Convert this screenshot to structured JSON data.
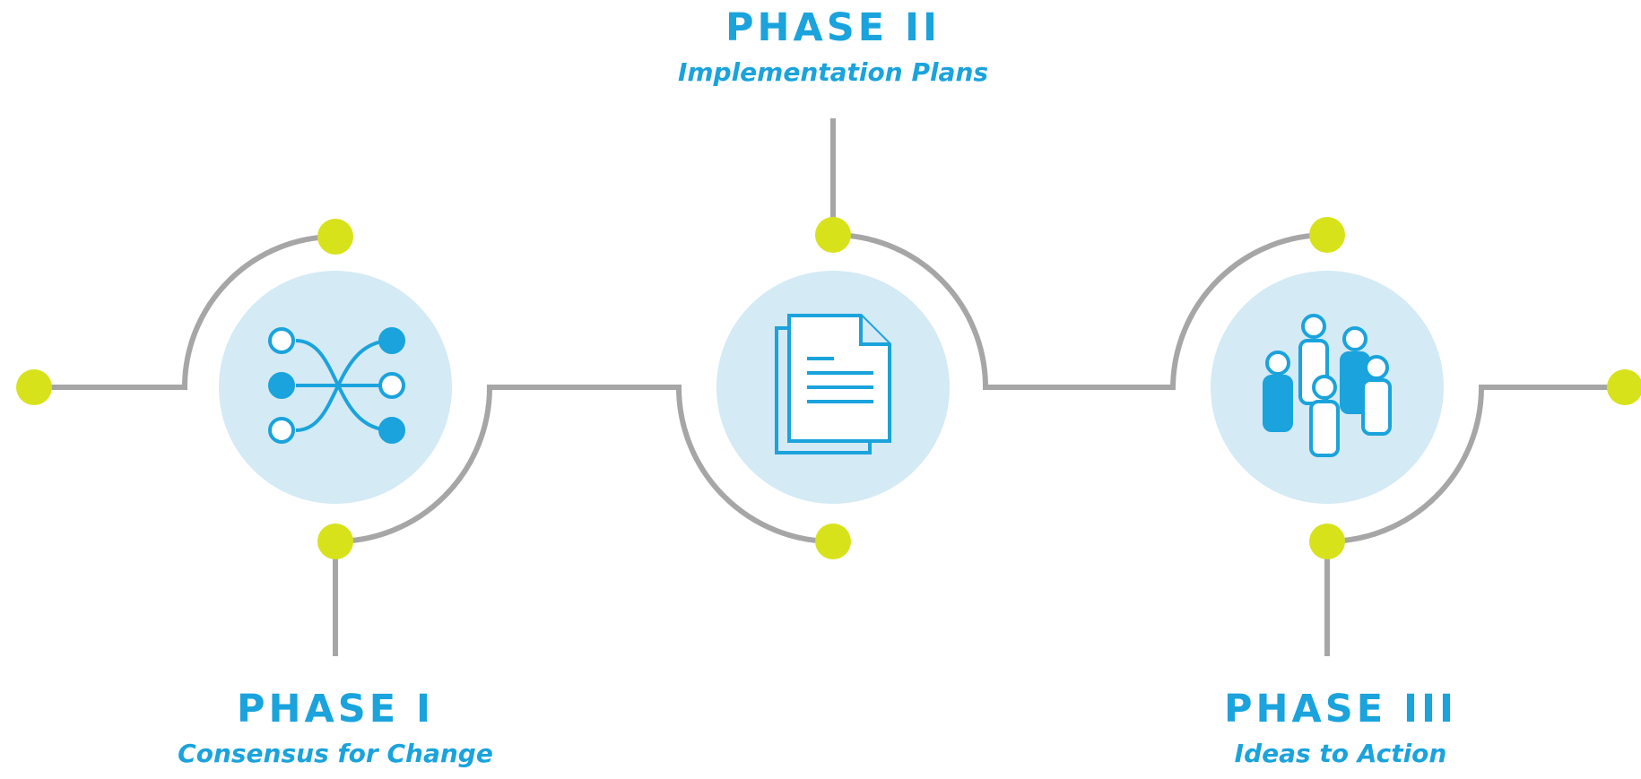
{
  "colors": {
    "accent": "#1aa3dc",
    "circle_fill": "#d4eaf5",
    "connector": "#a6a6a6",
    "node": "#d8e21b"
  },
  "phases": [
    {
      "title": "PHASE I",
      "subtitle": "Consensus for Change",
      "icon": "network-crossing-icon"
    },
    {
      "title": "PHASE II",
      "subtitle": "Implementation Plans",
      "icon": "document-icon"
    },
    {
      "title": "PHASE III",
      "subtitle": "Ideas to Action",
      "icon": "people-group-icon"
    }
  ]
}
